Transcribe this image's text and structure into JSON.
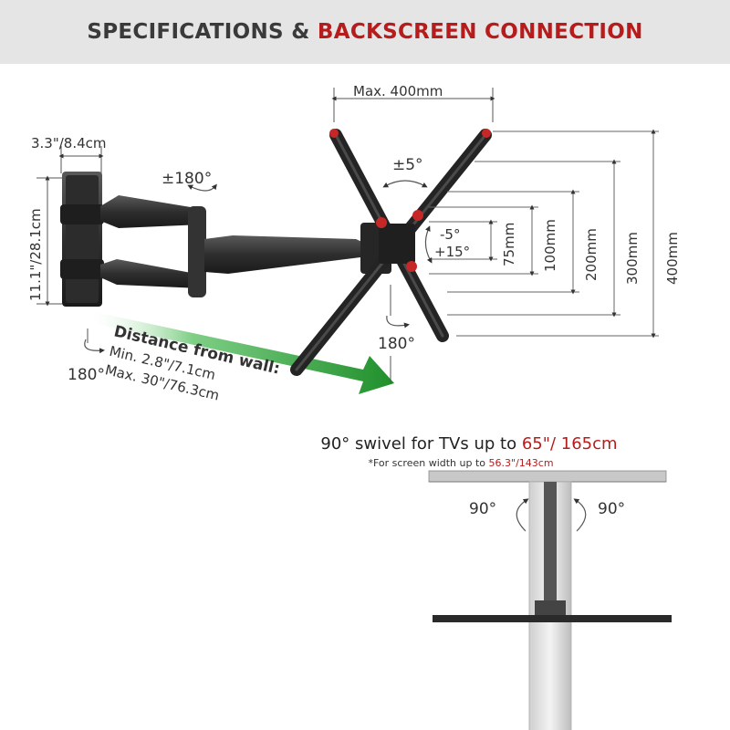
{
  "header": {
    "title_part1": "SPECIFICATIONS & ",
    "title_part2": "BACKSCREEN CONNECTION",
    "accent_color": "#b71c1c"
  },
  "dimensions": {
    "plate_width": "3.3\"/8.4cm",
    "plate_height": "11.1\"/28.1cm",
    "max_vesa_width": "Max. 400mm",
    "vesa_heights": [
      "75mm",
      "100mm",
      "200mm",
      "300mm",
      "400mm"
    ]
  },
  "rotations": {
    "arm_swivel": "±180°",
    "rotation": "±5°",
    "tilt_up": "-5°",
    "tilt_down": "+15°",
    "plate_rotation": "180°",
    "wall_rotation": "180°"
  },
  "distance": {
    "title": "Distance from wall:",
    "min": "Min. 2.8\"/7.1cm",
    "max": "Max. 30\"/76.3cm",
    "arrow_color": "#2e9e3a"
  },
  "swivel": {
    "title_part1": "90° swivel for TVs up to ",
    "title_part2": "65\"/ 165cm",
    "note_part1": "*For screen width up to ",
    "note_part2": "56.3\"/143cm",
    "angle_left": "90°",
    "angle_right": "90°"
  }
}
